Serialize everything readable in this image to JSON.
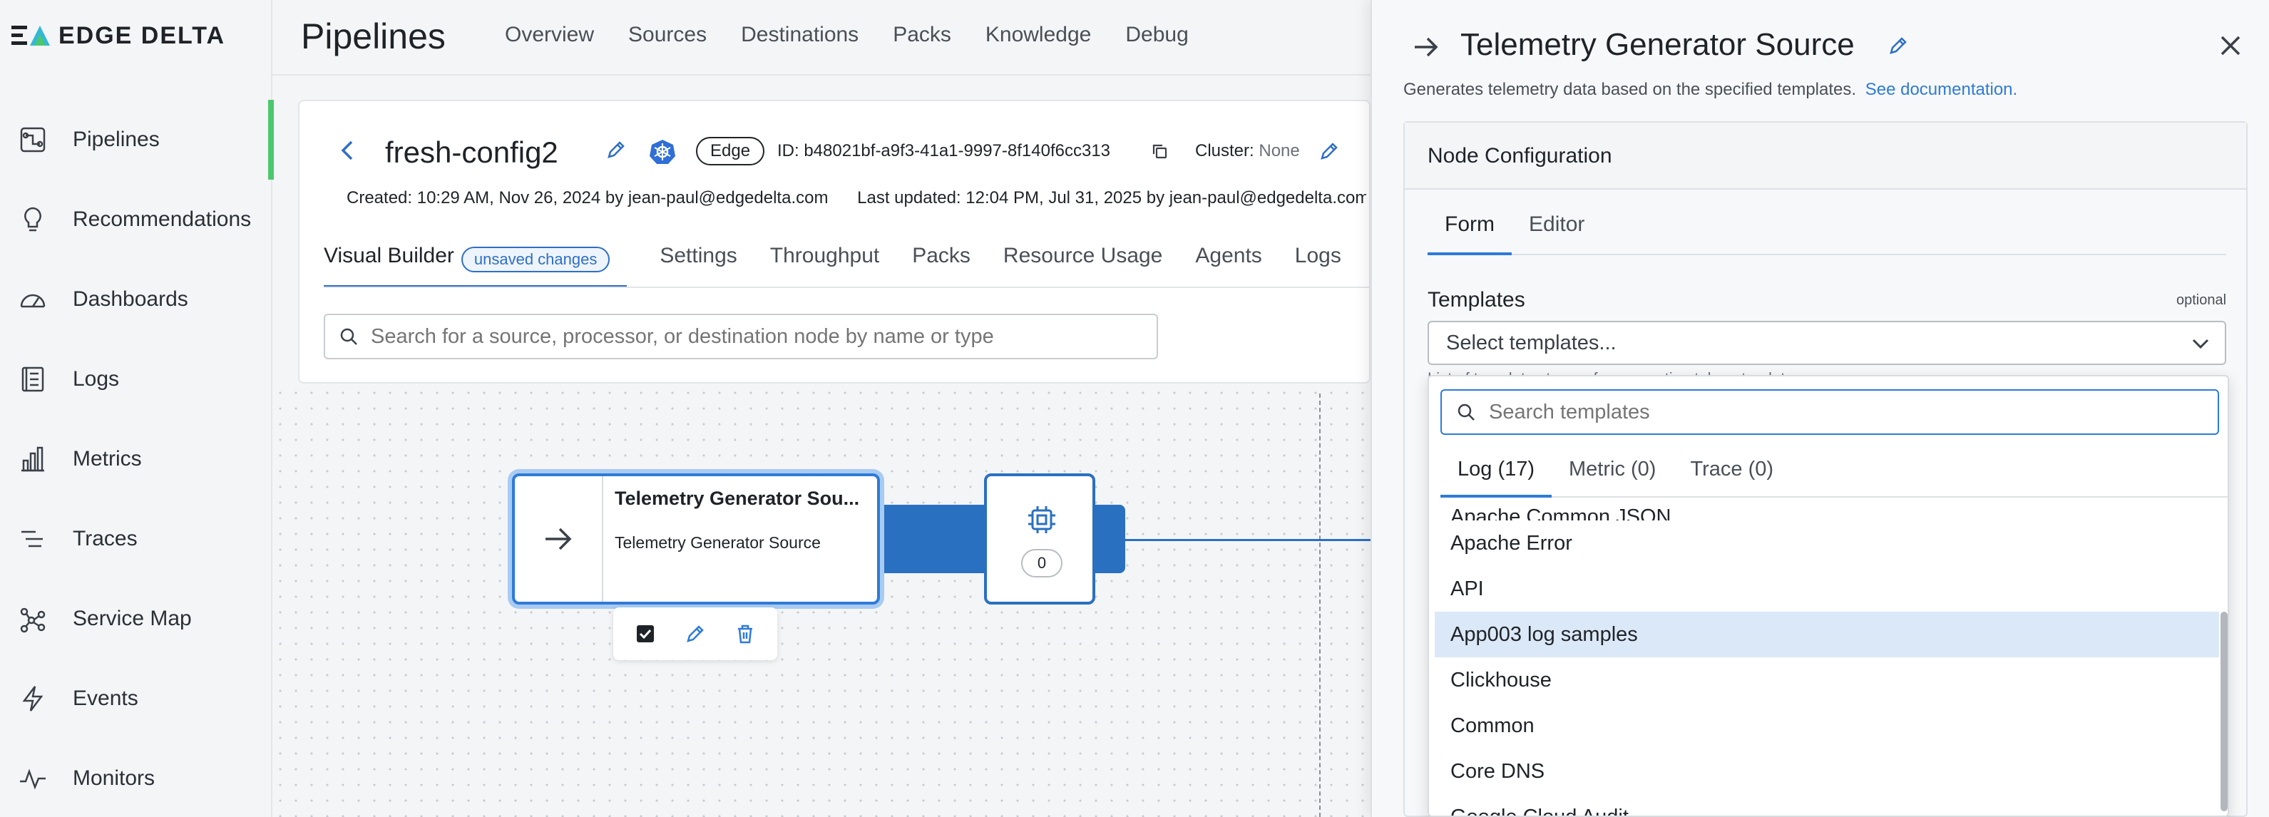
{
  "brand": {
    "name": "EDGE DELTA"
  },
  "sidebar": {
    "items": [
      {
        "label": "Pipelines",
        "icon": "pipelines-icon",
        "active": true
      },
      {
        "label": "Recommendations",
        "icon": "lightbulb-icon"
      },
      {
        "label": "Dashboards",
        "icon": "gauge-icon"
      },
      {
        "label": "Logs",
        "icon": "logs-icon"
      },
      {
        "label": "Metrics",
        "icon": "bar-chart-icon"
      },
      {
        "label": "Traces",
        "icon": "traces-icon"
      },
      {
        "label": "Service Map",
        "icon": "graph-icon"
      },
      {
        "label": "Events",
        "icon": "lightning-icon"
      },
      {
        "label": "Monitors",
        "icon": "pulse-icon"
      }
    ]
  },
  "topbar": {
    "title": "Pipelines",
    "tabs": [
      "Overview",
      "Sources",
      "Destinations",
      "Packs",
      "Knowledge",
      "Debug"
    ]
  },
  "config": {
    "name": "fresh-config2",
    "badge": "Edge",
    "id_text": "ID: b48021bf-a9f3-41a1-9997-8f140f6cc313",
    "cluster_label": "Cluster:",
    "cluster_value": "None",
    "created": "Created: 10:29 AM, Nov 26, 2024 by jean-paul@edgedelta.com",
    "updated": "Last updated: 12:04 PM, Jul 31, 2025 by jean-paul@edgedelta.com",
    "tabs": {
      "visual_builder": "Visual Builder",
      "unsaved": "unsaved changes",
      "settings": "Settings",
      "throughput": "Throughput",
      "packs": "Packs",
      "resource_usage": "Resource Usage",
      "agents": "Agents",
      "logs": "Logs"
    },
    "search_placeholder": "Search for a source, processor, or destination node by name or type"
  },
  "canvas": {
    "source_node": {
      "title": "Telemetry Generator Sou...",
      "subtitle": "Telemetry Generator Source"
    },
    "processor_node": {
      "count": "0"
    }
  },
  "panel": {
    "title": "Telemetry Generator Source",
    "description": "Generates telemetry data based on the specified templates.",
    "doc_link": "See documentation.",
    "section": "Node Configuration",
    "tabs": [
      "Form",
      "Editor"
    ],
    "templates_label": "Templates",
    "optional": "optional",
    "select_placeholder": "Select templates...",
    "hint": "List of templates to use for generating telemetry data."
  },
  "dropdown": {
    "search_placeholder": "Search templates",
    "tabs": [
      "Log (17)",
      "Metric (0)",
      "Trace (0)"
    ],
    "items": [
      "Apache Common JSON",
      "Apache Error",
      "API",
      "App003 log samples",
      "Clickhouse",
      "Common",
      "Core DNS",
      "Google Cloud Audit"
    ],
    "selected_item": "App003 log samples"
  },
  "colors": {
    "accent": "#2e7bd8",
    "active_nav": "#4cc76e",
    "node_link": "#2a70c0"
  }
}
